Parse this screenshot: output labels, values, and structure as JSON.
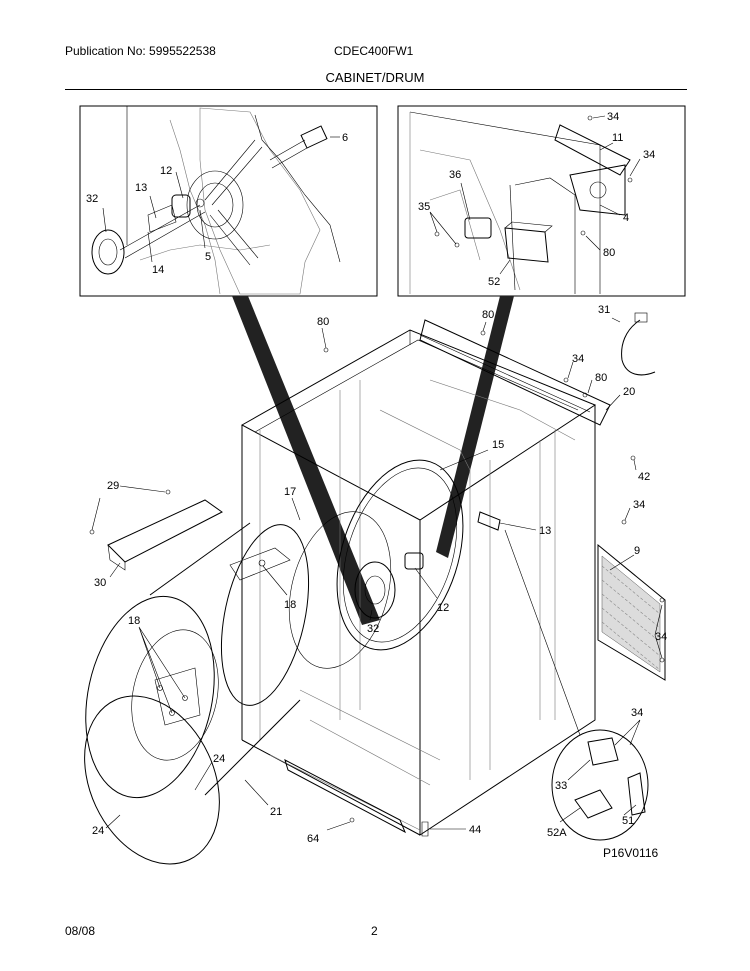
{
  "header": {
    "publication": "Publication No: 5995522538",
    "model": "CDEC400FW1",
    "section_title": "CABINET/DRUM"
  },
  "footer": {
    "date": "08/08",
    "page": "2",
    "diagram_code": "P16V0116"
  },
  "callouts": {
    "c6": "6",
    "c12a": "12",
    "c13a": "13",
    "c32a": "32",
    "c14": "14",
    "c5": "5",
    "c34a": "34",
    "c11": "11",
    "c34b": "34",
    "c36": "36",
    "c35": "35",
    "c4": "4",
    "c80a": "80",
    "c52": "52",
    "c80b": "80",
    "c80c": "80",
    "c31": "31",
    "c34c": "34",
    "c80d": "80",
    "c20": "20",
    "c15": "15",
    "c42": "42",
    "c29": "29",
    "c17": "17",
    "c34d": "34",
    "c13b": "13",
    "c30": "30",
    "c9": "9",
    "c18a": "18",
    "c18b": "18",
    "c12b": "12",
    "c32b": "32",
    "c34e": "34",
    "c34f": "34",
    "c24a": "24",
    "c33": "33",
    "c24b": "24",
    "c21": "21",
    "c64": "64",
    "c44": "44",
    "c52a": "52A",
    "c51": "51"
  }
}
